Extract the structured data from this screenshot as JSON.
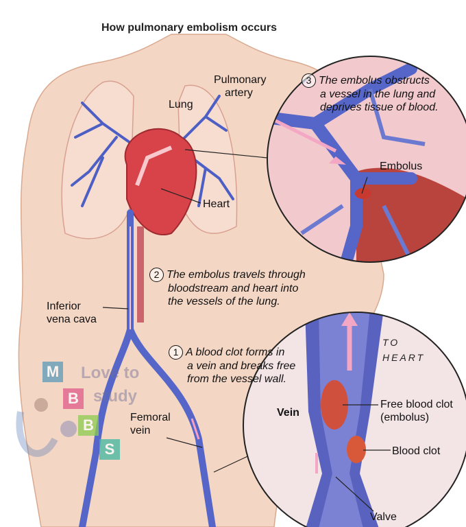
{
  "title": "How pulmonary embolism occurs",
  "labels": {
    "lung": "Lung",
    "pulmonary_artery": [
      "Pulmonary",
      "artery"
    ],
    "heart": "Heart",
    "embolus": "Embolus",
    "inferior_vena_cava": [
      "Inferior",
      "vena cava"
    ],
    "femoral_vein": [
      "Femoral",
      "vein"
    ],
    "vein": "Vein",
    "to_heart": [
      "TO",
      "HEART"
    ],
    "free_blood_clot": [
      "Free blood clot",
      "(embolus)"
    ],
    "blood_clot": "Blood clot",
    "valve": "Valve"
  },
  "steps": [
    {
      "number": "1",
      "lines": [
        "A blood clot forms in",
        "a vein and breaks free",
        "from the vessel wall."
      ]
    },
    {
      "number": "2",
      "lines": [
        "The embolus travels through",
        "bloodstream and heart into",
        "the vessels of the lung."
      ]
    },
    {
      "number": "3",
      "lines": [
        "The embolus obstructs",
        "a vessel in the lung and",
        "deprives tissue of blood."
      ]
    }
  ],
  "watermark": {
    "text": [
      "Love to",
      "study"
    ],
    "letters": [
      "M",
      "B",
      "B",
      "S"
    ]
  },
  "colors": {
    "skin": "#f4d6c4",
    "vein": "#5566c8",
    "artery": "#d9534f",
    "heart": "#d8434a",
    "lung_tissue": "#f2c9cc"
  }
}
